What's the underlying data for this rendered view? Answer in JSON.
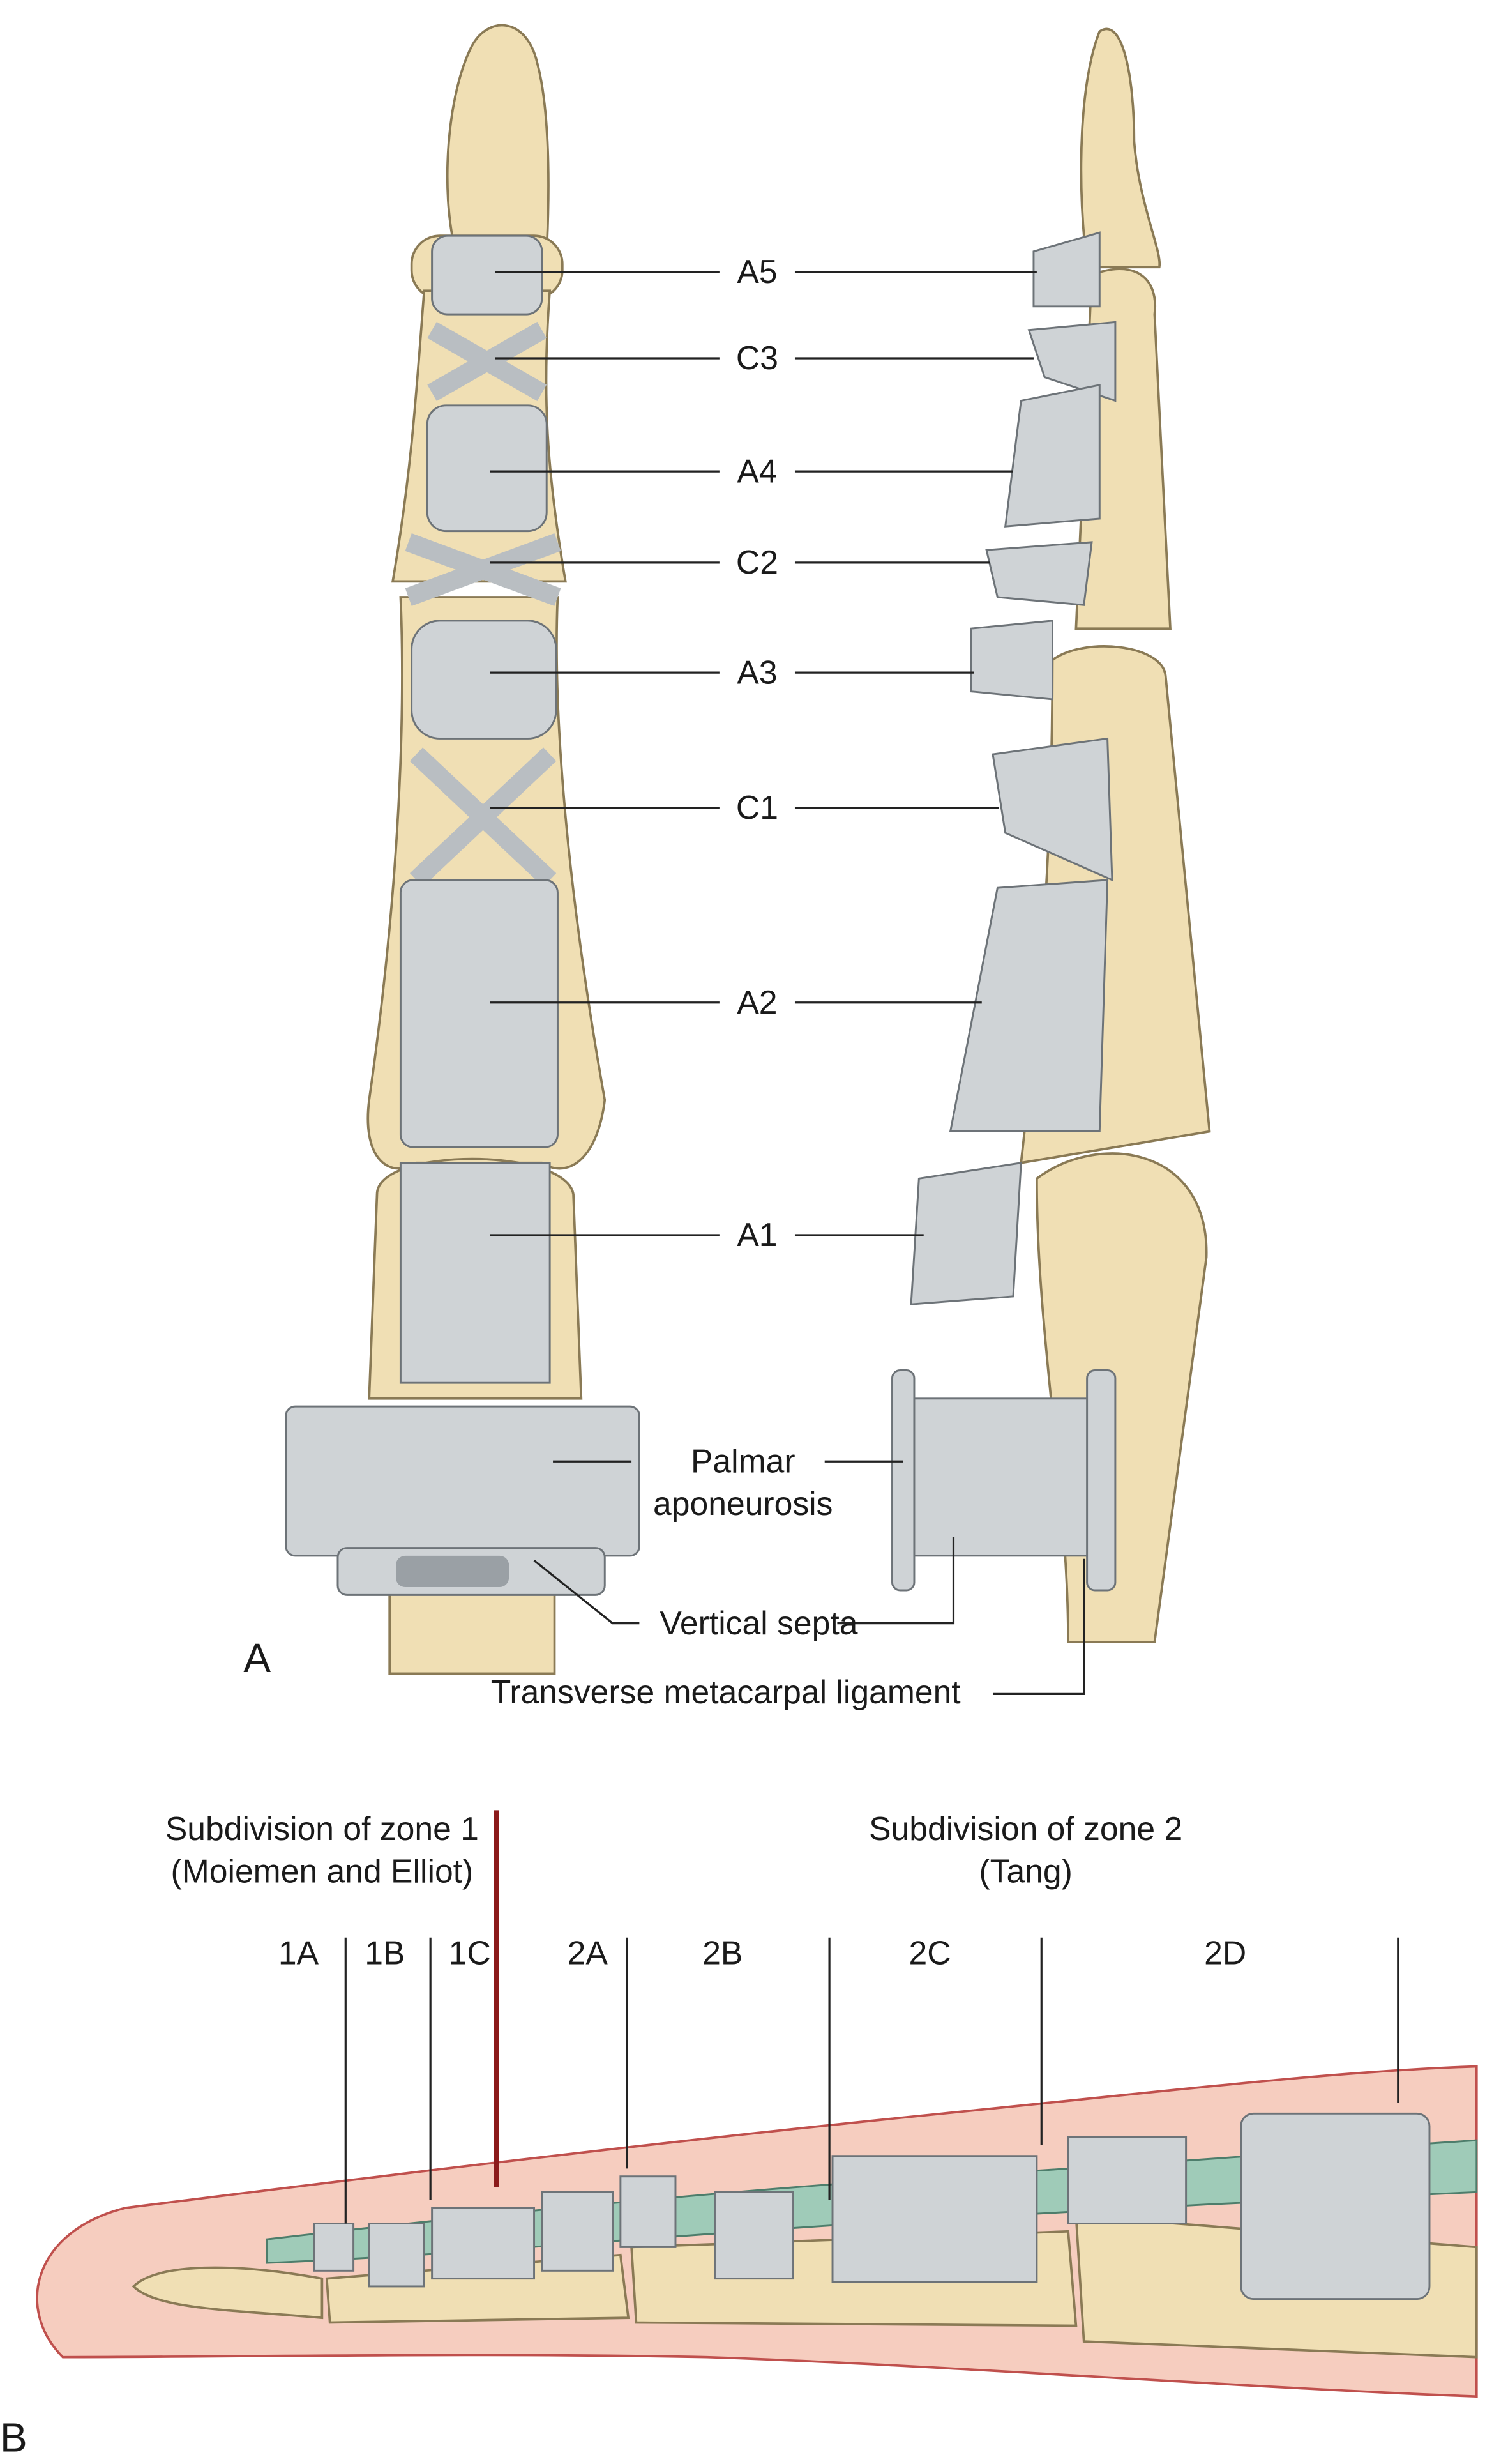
{
  "panel_a": {
    "panel_label": "A",
    "pulley_labels": [
      "A5",
      "C3",
      "A4",
      "C2",
      "A3",
      "C1",
      "A2",
      "A1"
    ],
    "palmar_aponeurosis": [
      "Palmar",
      "aponeurosis"
    ],
    "vertical_septa": "Vertical septa",
    "transverse_ligament": "Transverse metacarpal ligament"
  },
  "panel_b": {
    "panel_label": "B",
    "zone1_title": [
      "Subdivision of zone 1",
      "(Moiemen and Elliot)"
    ],
    "zone2_title": [
      "Subdivision of zone 2",
      "(Tang)"
    ],
    "zones": [
      "1A",
      "1B",
      "1C",
      "2A",
      "2B",
      "2C",
      "2D"
    ],
    "colors": {
      "skin": "#f6cdbf",
      "tendon": "#9fcbb8",
      "bone": "#f0dfb4",
      "zone_divider": "#8b1a1a"
    }
  }
}
